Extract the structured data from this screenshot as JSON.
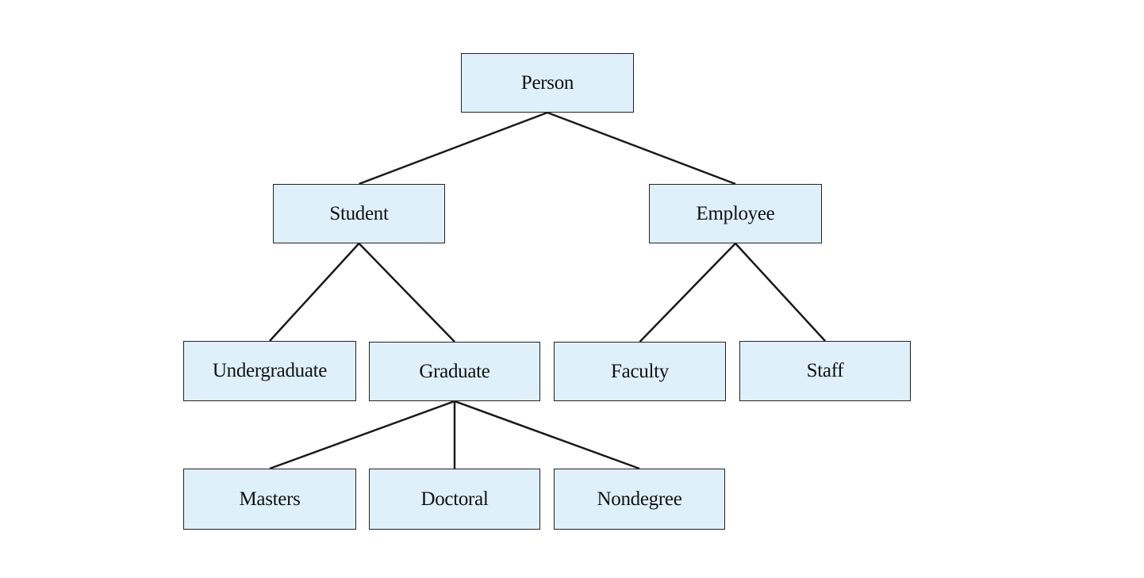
{
  "diagram": {
    "nodes": [
      {
        "id": "person",
        "label": "Person"
      },
      {
        "id": "student",
        "label": "Student"
      },
      {
        "id": "employee",
        "label": "Employee"
      },
      {
        "id": "undergraduate",
        "label": "Undergraduate"
      },
      {
        "id": "graduate",
        "label": "Graduate"
      },
      {
        "id": "faculty",
        "label": "Faculty"
      },
      {
        "id": "staff",
        "label": "Staff"
      },
      {
        "id": "masters",
        "label": "Masters"
      },
      {
        "id": "doctoral",
        "label": "Doctoral"
      },
      {
        "id": "nondegree",
        "label": "Nondegree"
      }
    ],
    "edges": [
      {
        "from": "person",
        "to": "student"
      },
      {
        "from": "person",
        "to": "employee"
      },
      {
        "from": "student",
        "to": "undergraduate"
      },
      {
        "from": "student",
        "to": "graduate"
      },
      {
        "from": "employee",
        "to": "faculty"
      },
      {
        "from": "employee",
        "to": "staff"
      },
      {
        "from": "graduate",
        "to": "masters"
      },
      {
        "from": "graduate",
        "to": "doctoral"
      },
      {
        "from": "graduate",
        "to": "nondegree"
      }
    ],
    "colors": {
      "node_fill": "#dff0fb",
      "node_border": "#222222",
      "edge": "#1a1a1a"
    }
  }
}
